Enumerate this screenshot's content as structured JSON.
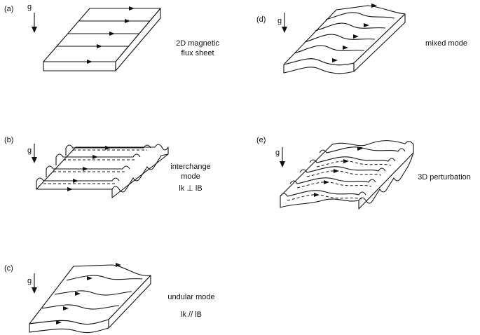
{
  "panels": [
    {
      "letter": "(a)",
      "caption": [
        "2D magnetic",
        "flux sheet"
      ],
      "gravity": "g"
    },
    {
      "letter": "(b)",
      "caption": [
        "interchange",
        "mode",
        "lk ⊥ lB"
      ],
      "gravity": "g"
    },
    {
      "letter": "(c)",
      "caption": [
        "undular mode",
        "",
        "lk // lB"
      ],
      "gravity": "g"
    },
    {
      "letter": "(d)",
      "caption": [
        "mixed mode"
      ],
      "gravity": "g"
    },
    {
      "letter": "(e)",
      "caption": [
        "3D perturbation"
      ],
      "gravity": "g"
    }
  ],
  "icons": {
    "gravity_arrow": "down-arrow-icon",
    "field_arrow": "arrowhead-icon"
  }
}
